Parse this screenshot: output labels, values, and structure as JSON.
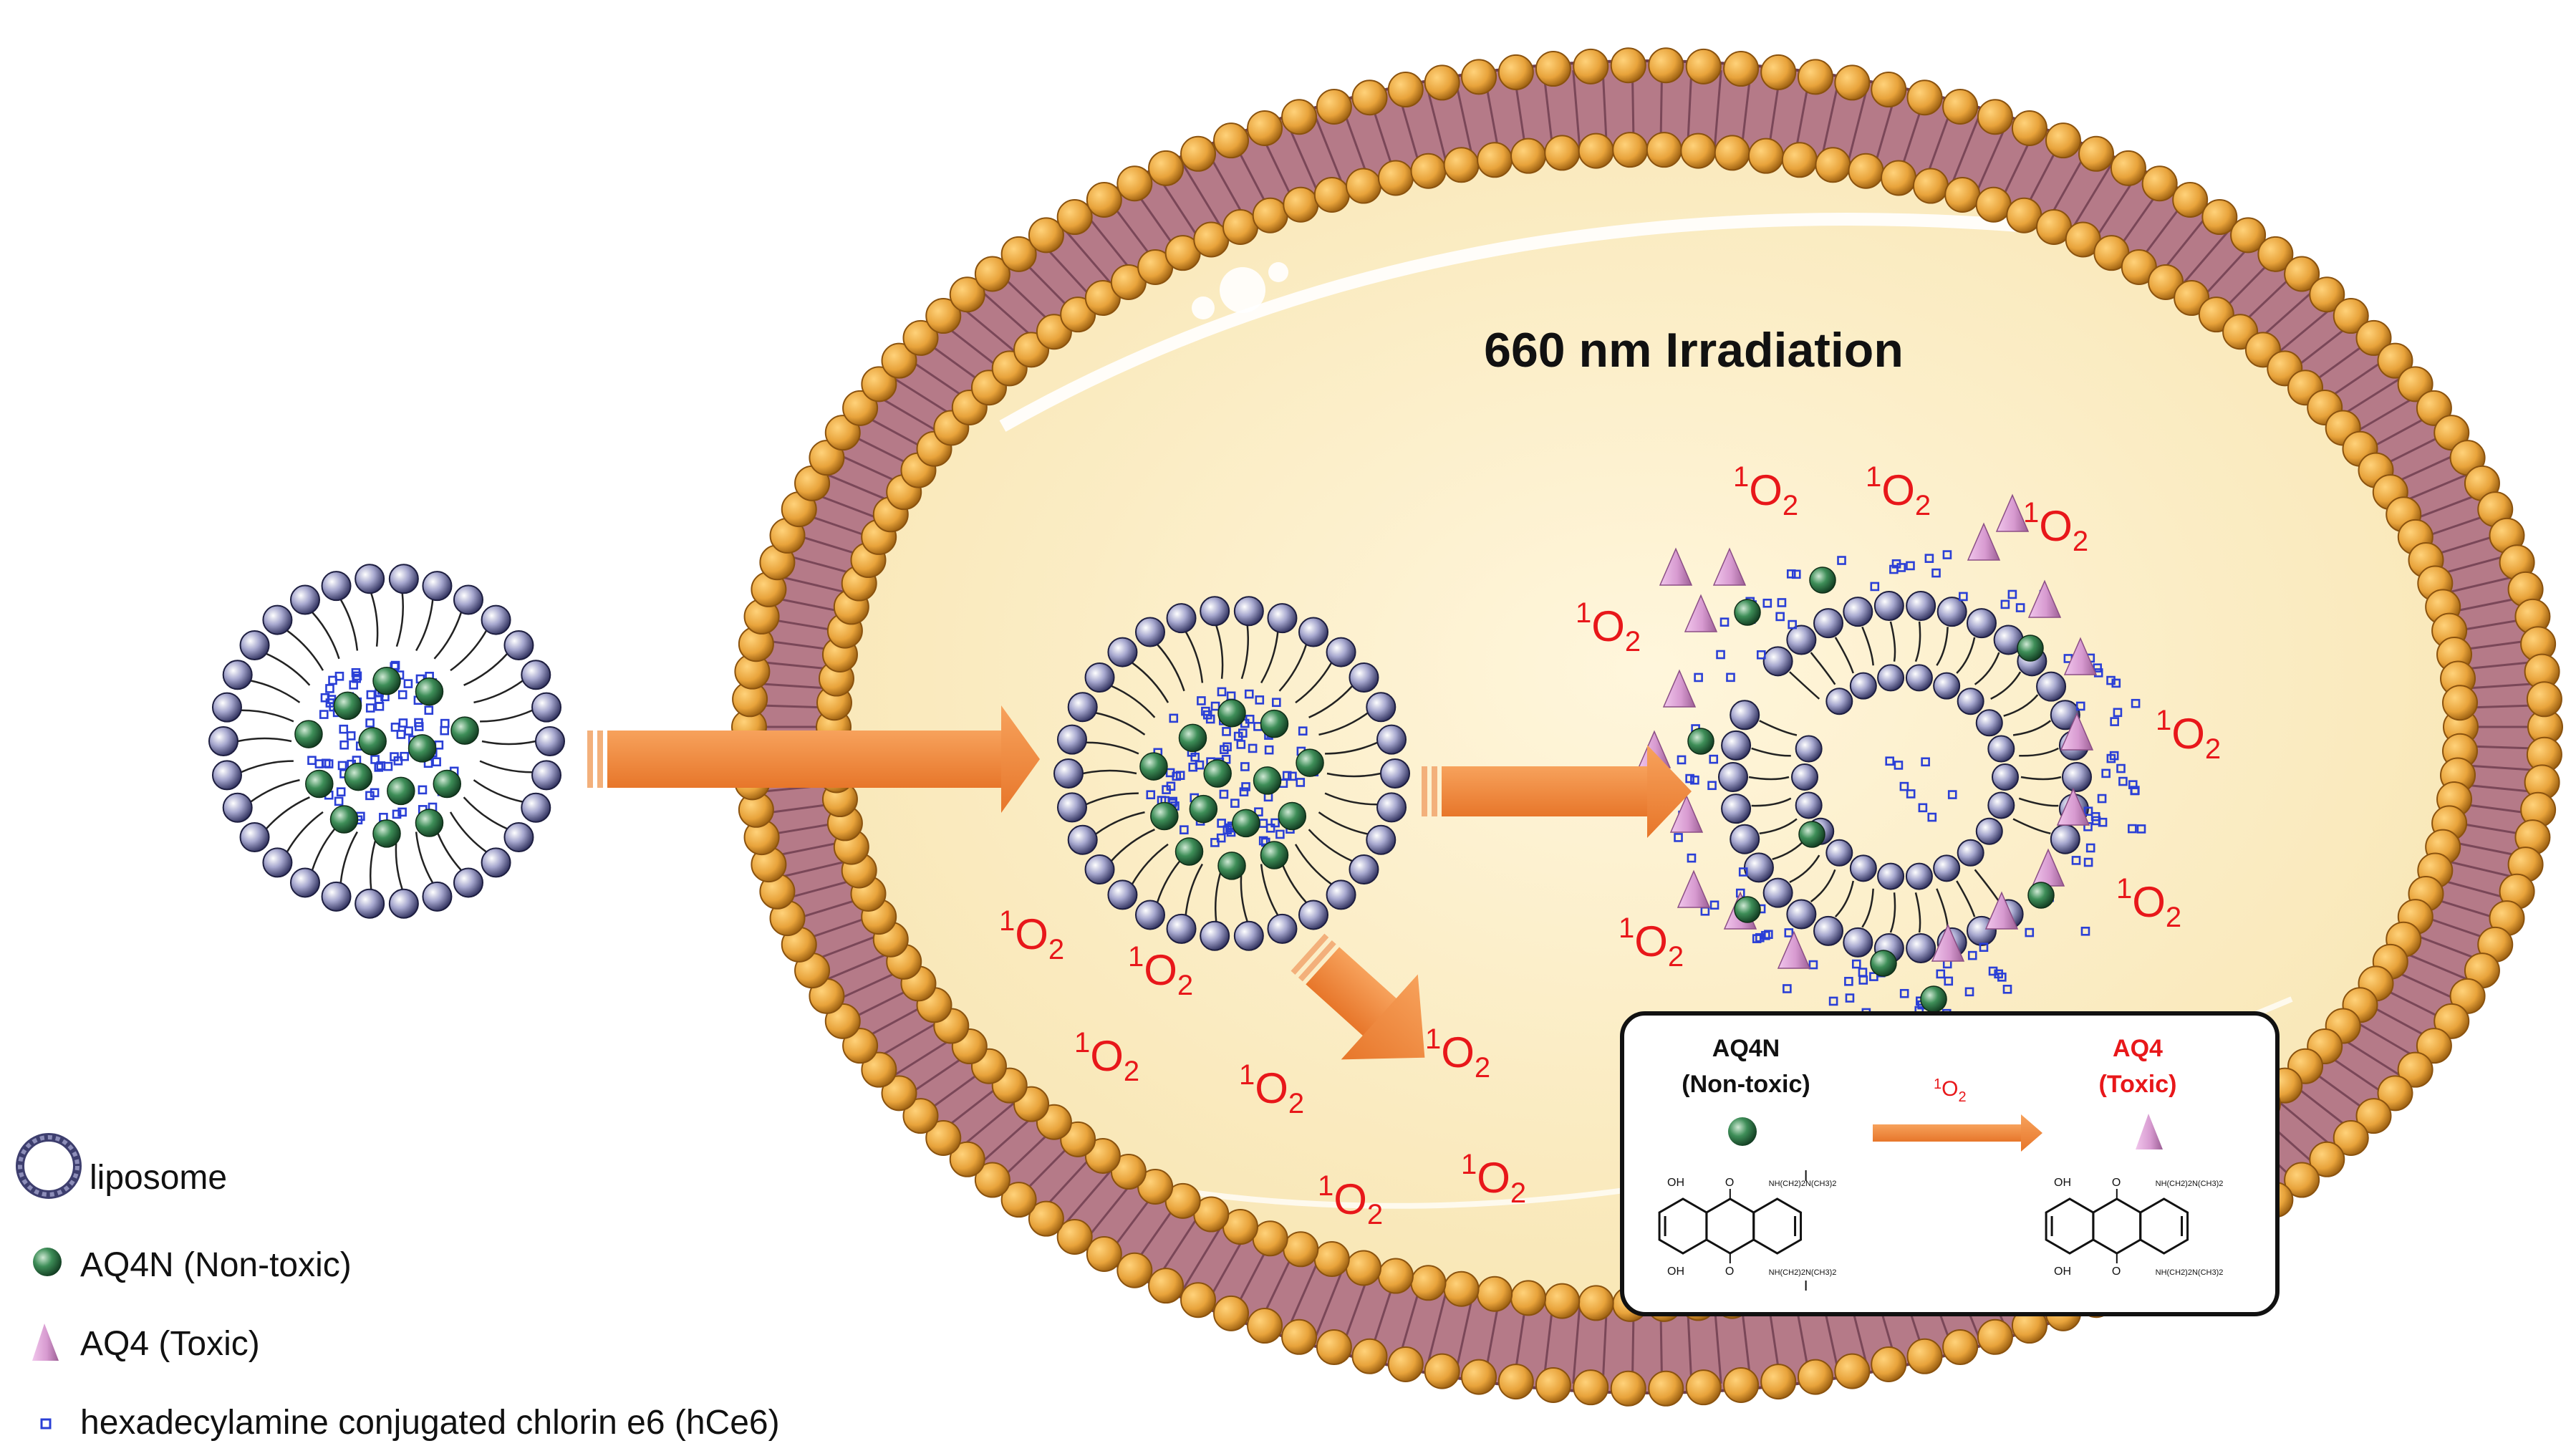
{
  "title": "660 nm Irradiation",
  "singlet_oxygen": {
    "superscript": "1",
    "symbol": "O",
    "subscript": "2"
  },
  "legend": {
    "liposome": "liposome",
    "aq4n": "AQ4N (Non-toxic)",
    "aq4": "AQ4 (Toxic)",
    "hce6": "hexadecylamine conjugated chlorin e6 (hCe6)"
  },
  "inset": {
    "aq4n_name": "AQ4N",
    "aq4n_desc": "(Non-toxic)",
    "aq4_name": "AQ4",
    "aq4_desc": "(Toxic)",
    "oxidant": {
      "superscript": "1",
      "symbol": "O",
      "subscript": "2"
    },
    "oh": "OH",
    "o": "O",
    "aq4n_side_chain": "NH(CH2)2N(CH3)2",
    "aq4_side_chain": "NH(CH2)2N(CH3)2"
  },
  "colors": {
    "membrane_head": "#E8A33B",
    "membrane_tail": "#B57A88",
    "cytoplasm": "#FBEFC9",
    "arrow": "#F28A3A",
    "singlet_oxygen": "#E8171A",
    "aq4n": "#2E7A45",
    "aq4": "#D79AD0",
    "hce6": "#2A3FD6",
    "liposome_head": "#8C8DB8"
  }
}
